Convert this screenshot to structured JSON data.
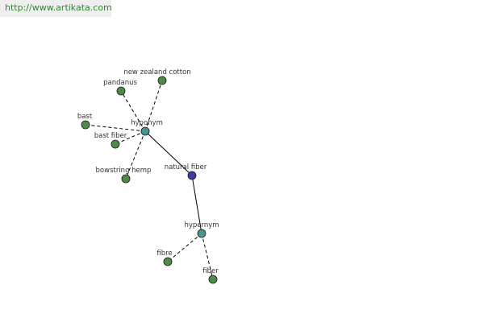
{
  "header": {
    "url_text": "http://www.artikata.com"
  },
  "colors": {
    "leaf": "#4e8b47",
    "relation": "#4b9494",
    "root": "#3c3c9c",
    "stroke": "#1a1a1a",
    "edge": "#000000",
    "url_text": "#2a8a2a"
  },
  "graph": {
    "nodes": [
      {
        "id": "natural-fiber",
        "label": "natural fiber",
        "kind": "root"
      },
      {
        "id": "hyponym",
        "label": "hyponym",
        "kind": "relation"
      },
      {
        "id": "hypernym",
        "label": "hypernym",
        "kind": "relation"
      },
      {
        "id": "new-zealand-cotton",
        "label": "new zealand cotton",
        "kind": "leaf"
      },
      {
        "id": "pandanus",
        "label": "pandanus",
        "kind": "leaf"
      },
      {
        "id": "bast",
        "label": "bast",
        "kind": "leaf"
      },
      {
        "id": "bast-fiber",
        "label": "bast fiber",
        "kind": "leaf"
      },
      {
        "id": "bowstring-hemp",
        "label": "bowstring hemp",
        "kind": "leaf"
      },
      {
        "id": "fibre",
        "label": "fibre",
        "kind": "leaf"
      },
      {
        "id": "fiber",
        "label": "fiber",
        "kind": "leaf"
      }
    ],
    "edges": [
      {
        "from": "natural-fiber",
        "to": "hyponym",
        "style": "solid"
      },
      {
        "from": "natural-fiber",
        "to": "hypernym",
        "style": "solid"
      },
      {
        "from": "hyponym",
        "to": "new-zealand-cotton",
        "style": "dashed"
      },
      {
        "from": "hyponym",
        "to": "pandanus",
        "style": "dashed"
      },
      {
        "from": "hyponym",
        "to": "bast",
        "style": "dashed"
      },
      {
        "from": "hyponym",
        "to": "bast-fiber",
        "style": "dashed"
      },
      {
        "from": "hyponym",
        "to": "bowstring-hemp",
        "style": "dashed"
      },
      {
        "from": "hypernym",
        "to": "fibre",
        "style": "dashed"
      },
      {
        "from": "hypernym",
        "to": "fiber",
        "style": "dashed"
      }
    ]
  }
}
